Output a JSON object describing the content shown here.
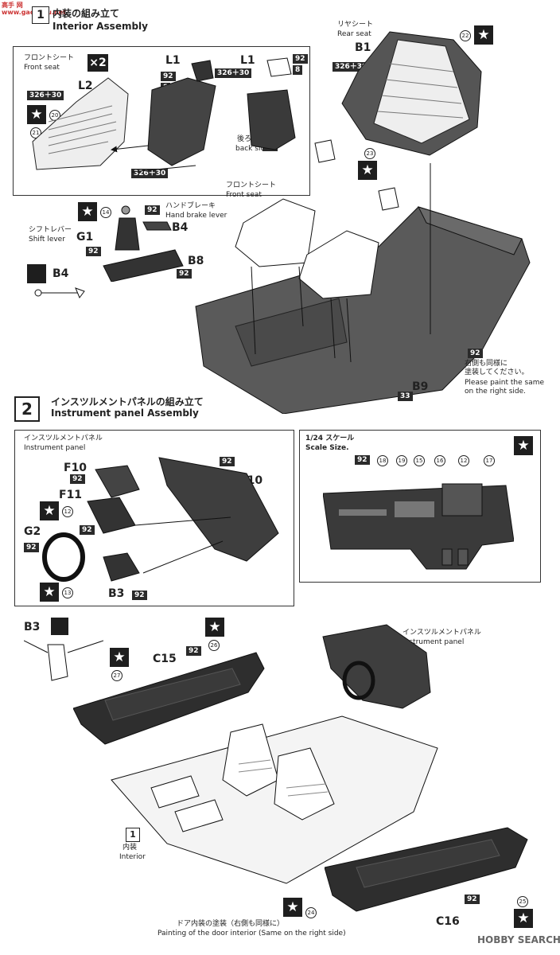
{
  "watermark_top": "高手 网 www.gaoshou.net",
  "watermark_bottom": "HOBBY SEARCH",
  "step1": {
    "number": "1",
    "title_jp": "内装の組み立て",
    "title_en": "Interior Assembly",
    "front_seat_box": {
      "title_jp": "フロントシート",
      "title_en": "Front seat",
      "qty": "×2",
      "labels": {
        "l2": "L2",
        "l1a": "L1",
        "l1b": "L1"
      },
      "back_side_jp": "後ろ側",
      "back_side_en": "back side"
    },
    "rear_seat": {
      "title_jp": "リヤシート",
      "title_en": "Rear seat",
      "part": "B1"
    },
    "front_seat_main": {
      "title_jp": "フロントシート",
      "title_en": "Front seat"
    },
    "shift": {
      "title_jp": "シフトレバー",
      "title_en": "Shift lever",
      "part": "G1"
    },
    "brake": {
      "title_jp": "ハンドブレーキ",
      "title_en": "Hand brake lever",
      "part": "B4"
    },
    "console_part": "B8",
    "b4_detail": "B4",
    "floor_part": "B9",
    "note_jp": "右側も同様に\n塗装してください。",
    "note_en": "Please paint the same\non the right side."
  },
  "step2": {
    "number": "2",
    "title_jp": "インスツルメントパネルの組み立て",
    "title_en": "Instrument panel Assembly",
    "panel_box": {
      "title_jp": "インスツルメントパネル",
      "title_en": "Instrument panel"
    },
    "parts": {
      "f10": "F10",
      "f11": "F11",
      "g2": "G2",
      "b3": "B3",
      "b10": "B10"
    },
    "scale_box": {
      "title_jp": "1/24 スケール",
      "title_en": "Scale Size."
    }
  },
  "step3": {
    "b3": "B3",
    "c15": "C15",
    "c16": "C16",
    "panel_jp": "インスツルメントパネル",
    "panel_en": "Instrument panel",
    "interior_ref": "1",
    "interior_jp": "内装",
    "interior_en": "Interior",
    "door_note_jp": "ドア内装の塗装（右側も同様に）",
    "door_note_en": "Painting of the door interior (Same on the right side)"
  },
  "paint_codes": {
    "c92": "92",
    "c8": "8",
    "c33": "33",
    "c326": "326＋30"
  },
  "decal_numbers": [
    "12",
    "13",
    "14",
    "15",
    "16",
    "17",
    "18",
    "19",
    "20",
    "21",
    "22",
    "23",
    "24",
    "25",
    "26",
    "27"
  ],
  "colors": {
    "accent": "#1e1e1e",
    "paper": "#ffffff",
    "ink": "#222222"
  }
}
